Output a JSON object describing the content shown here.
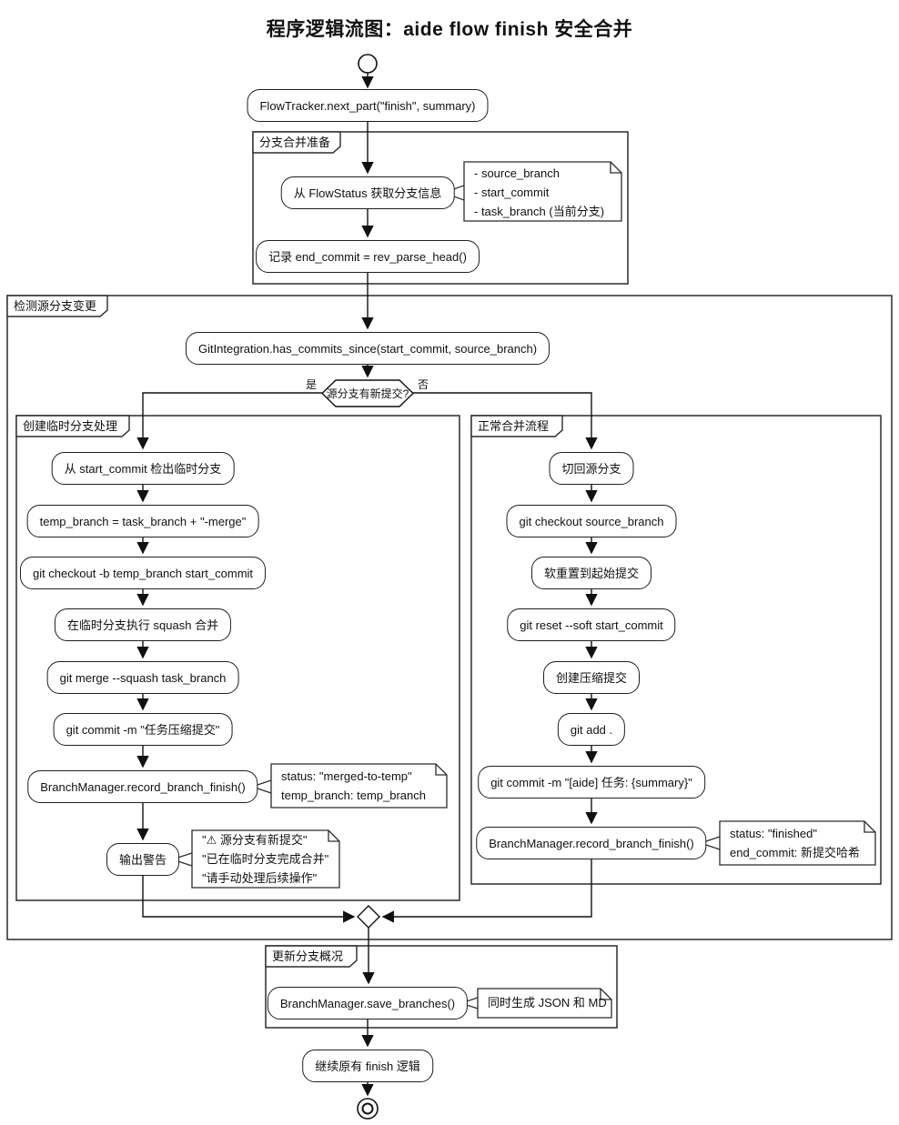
{
  "title": "程序逻辑流图：aide flow finish 安全合并",
  "partitions": {
    "prepare": "分支合并准备",
    "detect": "检测源分支变更",
    "temp": "创建临时分支处理",
    "normal": "正常合并流程",
    "update": "更新分支概况"
  },
  "main": {
    "start_call": "FlowTracker.next_part(\"finish\", summary)",
    "get_info": "从 FlowStatus 获取分支信息",
    "record_end": "记录 end_commit = rev_parse_head()",
    "check_commits": "GitIntegration.has_commits_since(start_commit, source_branch)",
    "save_branches": "BranchManager.save_branches()",
    "continue_finish": "继续原有 finish 逻辑"
  },
  "decision": {
    "question": "源分支有新提交?",
    "yes": "是",
    "no": "否"
  },
  "temp_flow": {
    "steps": [
      "从 start_commit 检出临时分支",
      "temp_branch = task_branch + \"-merge\"",
      "git checkout -b temp_branch start_commit",
      "在临时分支执行 squash 合并",
      "git merge --squash task_branch",
      "git commit -m \"任务压缩提交\"",
      "BranchManager.record_branch_finish()",
      "输出警告"
    ]
  },
  "normal_flow": {
    "steps": [
      "切回源分支",
      "git checkout source_branch",
      "软重置到起始提交",
      "git reset --soft start_commit",
      "创建压缩提交",
      "git add .",
      "git commit -m \"[aide] 任务: {summary}\"",
      "BranchManager.record_branch_finish()"
    ]
  },
  "notes": {
    "branch_info": {
      "lines": [
        "- source_branch",
        "- start_commit",
        "- task_branch (当前分支)"
      ]
    },
    "temp_record": {
      "lines": [
        "status: \"merged-to-temp\"",
        "temp_branch: temp_branch"
      ]
    },
    "warning": {
      "lines": [
        "\"⚠ 源分支有新提交\"",
        "\"已在临时分支完成合并\"",
        "\"请手动处理后续操作\""
      ]
    },
    "finish_record": {
      "lines": [
        "status: \"finished\"",
        "end_commit: 新提交哈希"
      ]
    },
    "save_note": {
      "lines": [
        "同时生成 JSON 和 MD"
      ]
    }
  }
}
